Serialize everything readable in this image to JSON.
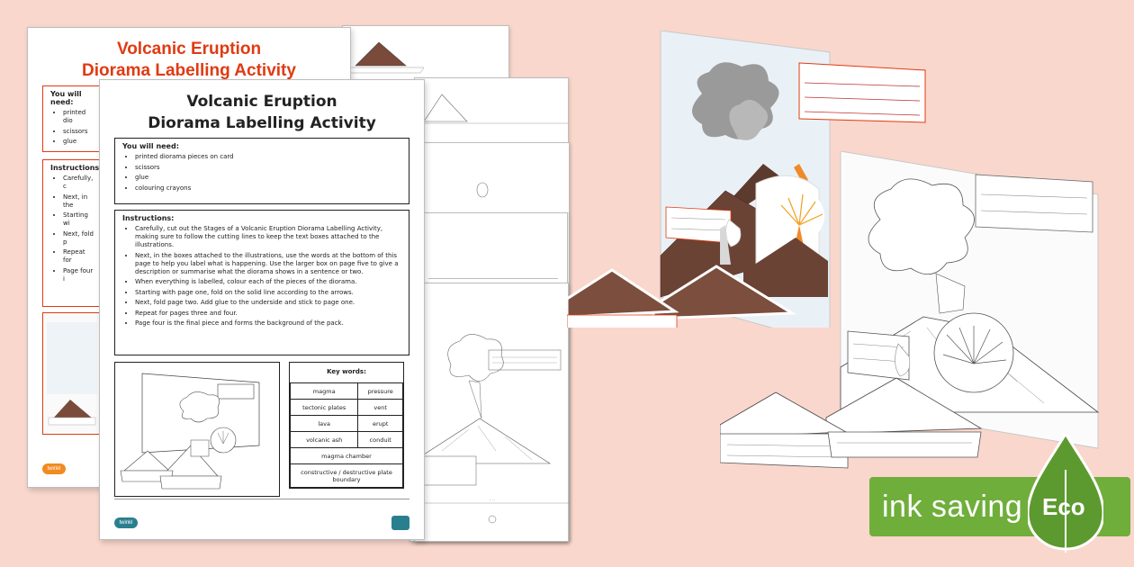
{
  "back_sheet": {
    "title_line1": "Volcanic Eruption",
    "title_line2": "Diorama Labelling Activity",
    "need_heading": "You will need:",
    "need_items": [
      "printed dio",
      "scissors",
      "glue"
    ],
    "instructions_heading": "Instructions:",
    "instruction_items": [
      "Carefully, c",
      "Next, in the",
      "Starting wi",
      "Next, fold p",
      "Repeat for",
      "Page four i"
    ]
  },
  "front_sheet": {
    "title_line1": "Volcanic Eruption",
    "title_line2": "Diorama Labelling Activity",
    "need_heading": "You will need:",
    "need_items": [
      "printed diorama pieces on card",
      "scissors",
      "glue",
      "colouring crayons"
    ],
    "instructions_heading": "Instructions:",
    "instruction_items": [
      "Carefully, cut out the Stages of a Volcanic Eruption Diorama Labelling Activity, making sure to follow the cutting lines to keep the text boxes attached to the illustrations.",
      "Next, in the boxes attached to the illustrations, use the words at the bottom of this page to help you label what is happening. Use the larger box on page five to give a description or summarise what the diorama shows in a sentence or two.",
      "When everything is labelled, colour each of the pieces of the diorama.",
      "Starting with page one, fold on the solid line according to the arrows.",
      "Next, fold page two. Add glue to the underside and stick to page one.",
      "Repeat for pages three and four.",
      "Page four is the final piece and forms the background of the pack."
    ],
    "keywords_heading": "Key words:",
    "keywords": [
      [
        "magma",
        "pressure"
      ],
      [
        "tectonic plates",
        "vent"
      ],
      [
        "lava",
        "erupt"
      ],
      [
        "volcanic ash",
        "conduit"
      ]
    ],
    "keywords_wide": [
      "magma chamber",
      "constructive / destructive plate boundary"
    ],
    "logo_text": "twinkl"
  },
  "colors": {
    "background": "#f9d7cc",
    "title_red": "#e03a12",
    "badge_green": "#6fae3b",
    "logo_orange": "#f28a20",
    "logo_teal": "#2a7f8f"
  },
  "badge": {
    "label": "ink saving",
    "eco_label": "Eco"
  }
}
